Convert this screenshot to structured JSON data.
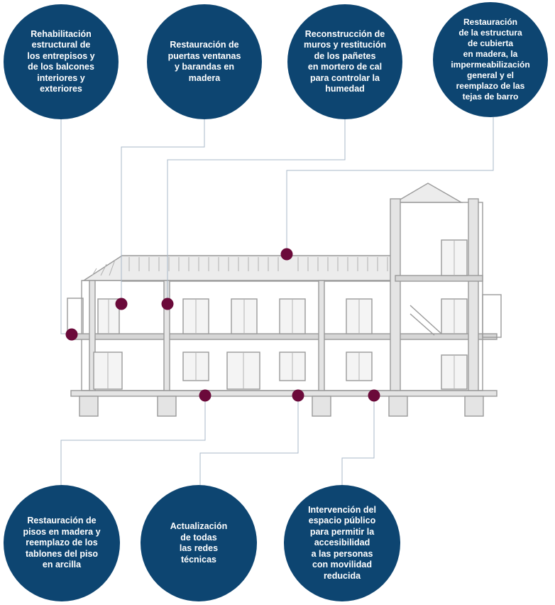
{
  "colors": {
    "circle": "#0d4571",
    "dot": "#6b0a3a",
    "leader": "#a9b8c8",
    "building_line": "#9a9a9a",
    "building_fill": "#e4e4e4"
  },
  "callouts_top": [
    {
      "text": "Rehabilitación\nestructural de\nlos entrepisos y\nde los balcones\ninteriores y\nexteriores"
    },
    {
      "text": "Restauración de\npuertas ventanas\ny barandas en\nmadera"
    },
    {
      "text": "Reconstrucción de\nmuros y restitución\nde los pañetes\nen mortero de cal\npara controlar la\nhumedad"
    },
    {
      "text": "Restauración\nde la estructura\nde cubierta\nen madera, la\nimpermeabilización\ngeneral y el\nreemplazo de las\ntejas de barro"
    }
  ],
  "callouts_bottom": [
    {
      "text": "Restauración de\npisos en madera y\nreemplazo de los\ntablones del piso\nen arcilla"
    },
    {
      "text": "Actualización\nde todas\nlas redes\ntécnicas"
    },
    {
      "text": "Intervención del\nespacio público\npara permitir la\naccesibilidad\na las personas\ncon movilidad\nreducida"
    }
  ]
}
